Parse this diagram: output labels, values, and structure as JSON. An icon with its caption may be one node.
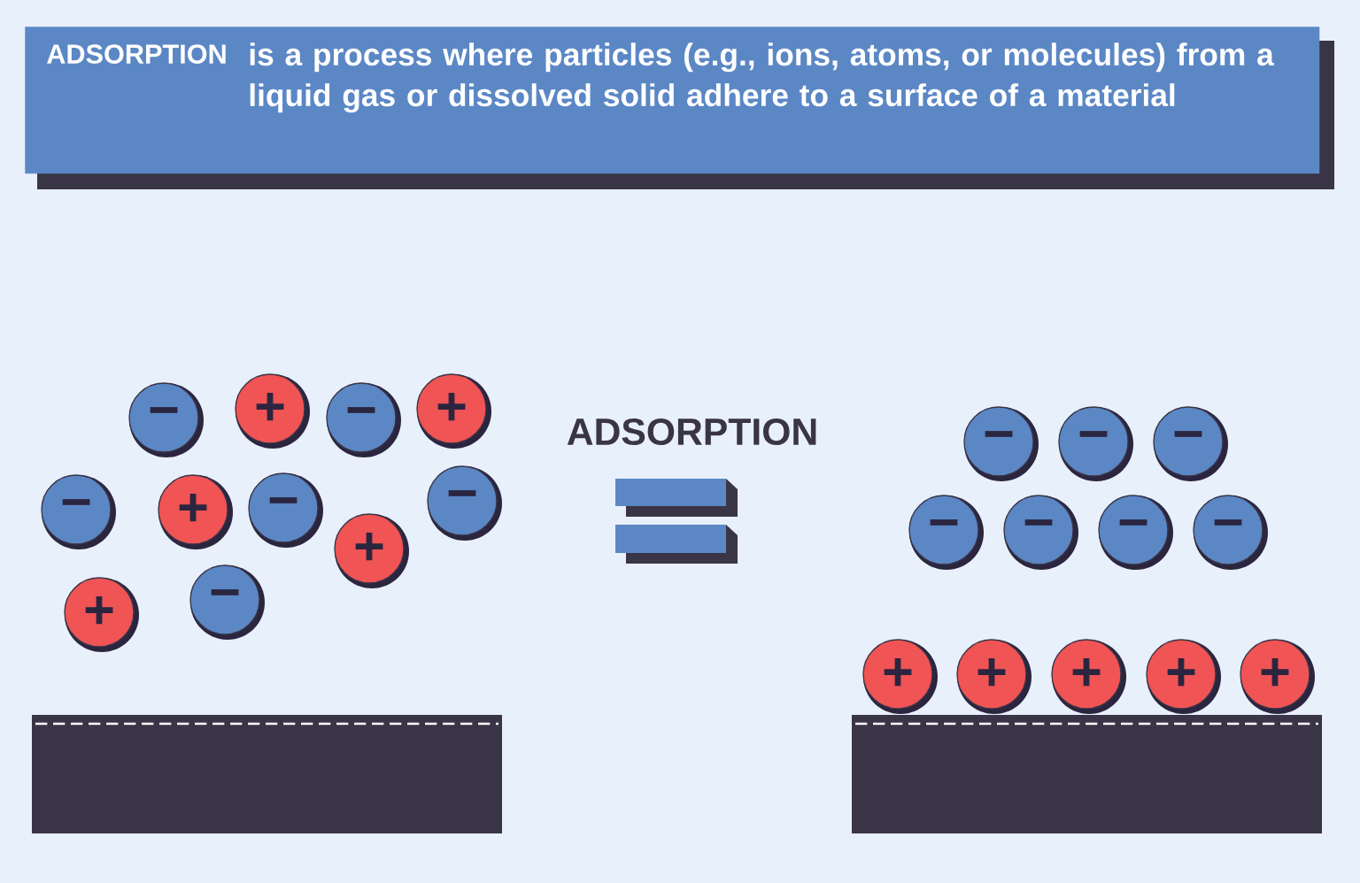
{
  "diagram": {
    "nodes": [
      {
        "text": [
          "ADSORPTION",
          "is a process where particles (e.g., ions, atoms, or molecules) from a liquid gas or dissolved solid adhere to a surface of a material"
        ]
      },
      {
        "text": [
          "−"
        ]
      },
      {
        "text": [
          "+"
        ]
      },
      {
        "text": [
          "−"
        ]
      },
      {
        "text": [
          "+"
        ]
      },
      {
        "text": [
          "−"
        ]
      },
      {
        "text": [
          "+"
        ]
      },
      {
        "text": [
          "−"
        ]
      },
      {
        "text": [
          "−"
        ]
      },
      {
        "text": [
          "+"
        ]
      },
      {
        "text": [
          "−"
        ]
      },
      {
        "text": [
          "+"
        ]
      },
      {
        "text": [
          "−"
        ]
      },
      {
        "text": [
          "−"
        ]
      },
      {
        "text": [
          "−"
        ]
      },
      {
        "text": [
          "−"
        ]
      },
      {
        "text": [
          "−"
        ]
      },
      {
        "text": [
          "−"
        ]
      },
      {
        "text": [
          "−"
        ]
      },
      {
        "text": [
          "+"
        ]
      },
      {
        "text": [
          "+"
        ]
      },
      {
        "text": [
          "+"
        ]
      },
      {
        "text": [
          "+"
        ]
      },
      {
        "text": [
          "+"
        ]
      }
    ],
    "labels": [
      "ADSORPTION"
    ]
  }
}
